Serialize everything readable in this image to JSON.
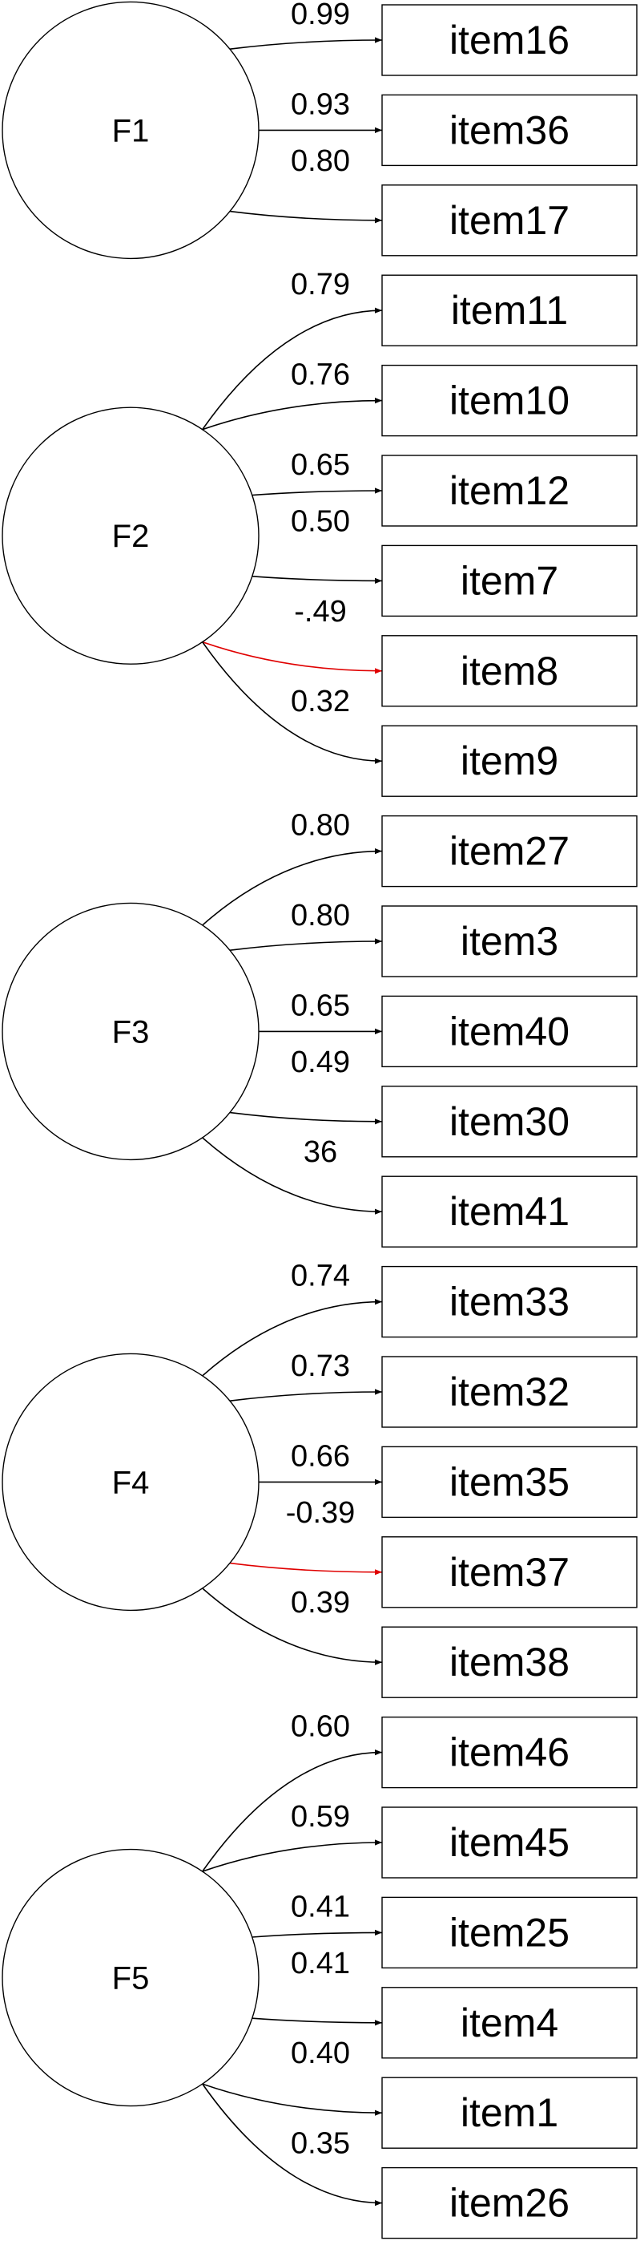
{
  "colors": {
    "stroke": "#000000",
    "negative_path": "#e00000",
    "background": "#ffffff"
  },
  "factors": [
    {
      "name": "F1",
      "items": [
        {
          "item": "item16",
          "loading": "0.99",
          "negative": false
        },
        {
          "item": "item36",
          "loading": "0.93",
          "negative": false
        },
        {
          "item": "item17",
          "loading": "0.80",
          "negative": false
        }
      ]
    },
    {
      "name": "F2",
      "items": [
        {
          "item": "item11",
          "loading": "0.79",
          "negative": false
        },
        {
          "item": "item10",
          "loading": "0.76",
          "negative": false
        },
        {
          "item": "item12",
          "loading": "0.65",
          "negative": false
        },
        {
          "item": "item7",
          "loading": "0.50",
          "negative": false
        },
        {
          "item": "item8",
          "loading": "-.49",
          "negative": true
        },
        {
          "item": "item9",
          "loading": "0.32",
          "negative": false
        }
      ]
    },
    {
      "name": "F3",
      "items": [
        {
          "item": "item27",
          "loading": "0.80",
          "negative": false
        },
        {
          "item": "item3",
          "loading": "0.80",
          "negative": false
        },
        {
          "item": "item40",
          "loading": "0.65",
          "negative": false
        },
        {
          "item": "item30",
          "loading": "0.49",
          "negative": false
        },
        {
          "item": "item41",
          "loading": "36",
          "negative": false
        }
      ]
    },
    {
      "name": "F4",
      "items": [
        {
          "item": "item33",
          "loading": "0.74",
          "negative": false
        },
        {
          "item": "item32",
          "loading": "0.73",
          "negative": false
        },
        {
          "item": "item35",
          "loading": "0.66",
          "negative": false
        },
        {
          "item": "item37",
          "loading": "-0.39",
          "negative": true
        },
        {
          "item": "item38",
          "loading": "0.39",
          "negative": false
        }
      ]
    },
    {
      "name": "F5",
      "items": [
        {
          "item": "item46",
          "loading": "0.60",
          "negative": false
        },
        {
          "item": "item45",
          "loading": "0.59",
          "negative": false
        },
        {
          "item": "item25",
          "loading": "0.41",
          "negative": false
        },
        {
          "item": "item4",
          "loading": "0.41",
          "negative": false
        },
        {
          "item": "item1",
          "loading": "0.40",
          "negative": false
        },
        {
          "item": "item26",
          "loading": "0.35",
          "negative": false
        }
      ]
    }
  ]
}
